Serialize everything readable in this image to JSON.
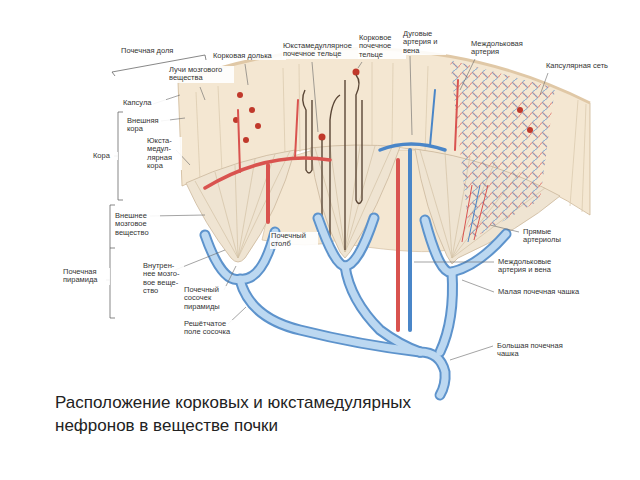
{
  "diagram": {
    "caption": "Расположение корковых и юкстамедулярных нефронов в веществе почки",
    "labels": [
      "Почечная доля",
      "Корковая долька",
      "Лучи мозгового вещества",
      "Капсула",
      "Внешняя кора",
      "Юкста- медул- лярная кора",
      "Кора",
      "Внешнее мозговое вещество",
      "Почечная пирамида",
      "Внутрен- нее мозго- вое веще- ство",
      "Почечный сосочек пирамиды",
      "Решётчатое поле сосочка",
      "Почечный столб",
      "Юкстамедуллярное почечное тельце",
      "Корковое почечное тельце",
      "Дуговые артерия и вена",
      "Междольковая артерия",
      "Капсулярная сеть",
      "Прямые артериолы",
      "Междольковые артерия и вена",
      "Малая почечная чашка",
      "Большая почечная чашка"
    ]
  }
}
